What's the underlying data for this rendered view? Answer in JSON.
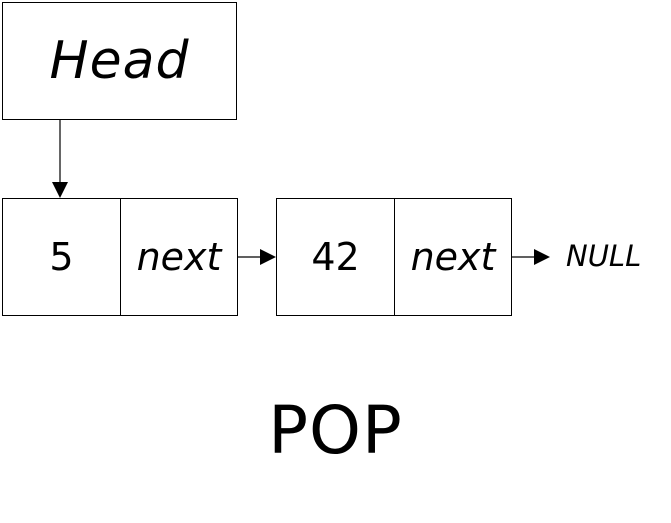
{
  "head": {
    "label": "Head"
  },
  "nodes": [
    {
      "value": "5",
      "next_label": "next"
    },
    {
      "value": "42",
      "next_label": "next"
    }
  ],
  "terminator": "NULL",
  "operation": "POP"
}
